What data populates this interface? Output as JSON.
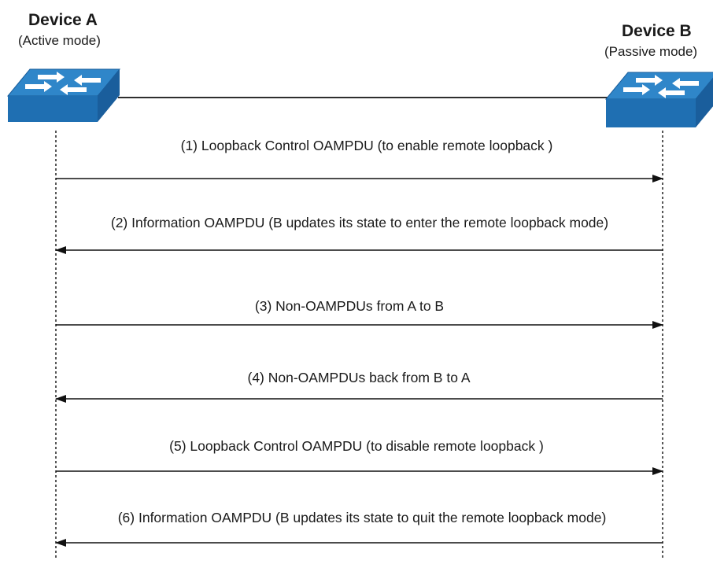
{
  "device_a": {
    "name": "Device A",
    "mode": "(Active mode)"
  },
  "device_b": {
    "name": "Device B",
    "mode": "(Passive mode)"
  },
  "messages": [
    {
      "label": "(1) Loopback Control OAMPDU (to enable remote loopback )",
      "direction": "A-to-B"
    },
    {
      "label": "(2) Information OAMPDU (B updates its state to enter the remote loopback mode)",
      "direction": "B-to-A"
    },
    {
      "label": "(3) Non-OAMPDUs from A to B",
      "direction": "A-to-B"
    },
    {
      "label": "(4)  Non-OAMPDUs back from B to A",
      "direction": "B-to-A"
    },
    {
      "label": "(5) Loopback Control OAMPDU (to disable remote loopback )",
      "direction": "A-to-B"
    },
    {
      "label": "(6) Information OAMPDU (B updates its state to quit the remote loopback mode)",
      "direction": "B-to-A"
    }
  ],
  "colors": {
    "switch_top": "#2f86c9",
    "switch_side": "#1a5e9c",
    "switch_front": "#1f6fb2",
    "line": "#111111"
  }
}
